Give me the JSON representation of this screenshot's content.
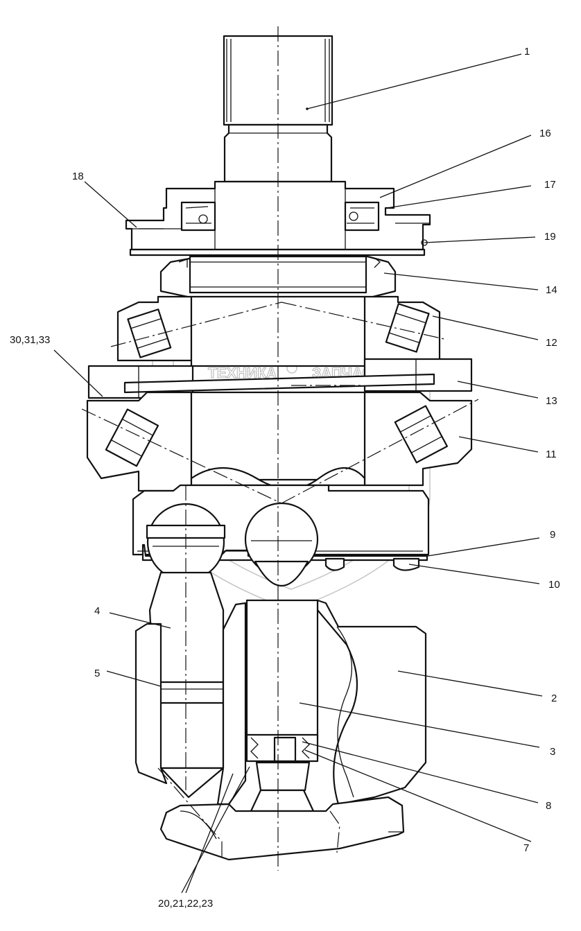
{
  "watermark": {
    "left_word": "ТЕХНИКА",
    "right_word": "ЗАПЧАСТИ",
    "logo_letters": "ЭПФ"
  },
  "callouts": [
    {
      "id": "1",
      "label": "1"
    },
    {
      "id": "16",
      "label": "16"
    },
    {
      "id": "18",
      "label": "18"
    },
    {
      "id": "17",
      "label": "17"
    },
    {
      "id": "19",
      "label": "19"
    },
    {
      "id": "14",
      "label": "14"
    },
    {
      "id": "12",
      "label": "12"
    },
    {
      "id": "30",
      "label": "30,31,33"
    },
    {
      "id": "13",
      "label": "13"
    },
    {
      "id": "11",
      "label": "11"
    },
    {
      "id": "9",
      "label": "9"
    },
    {
      "id": "10",
      "label": "10"
    },
    {
      "id": "4",
      "label": "4"
    },
    {
      "id": "5",
      "label": "5"
    },
    {
      "id": "2",
      "label": "2"
    },
    {
      "id": "3",
      "label": "3"
    },
    {
      "id": "8",
      "label": "8"
    },
    {
      "id": "7",
      "label": "7"
    },
    {
      "id": "20",
      "label": "20,21,22,23"
    }
  ]
}
